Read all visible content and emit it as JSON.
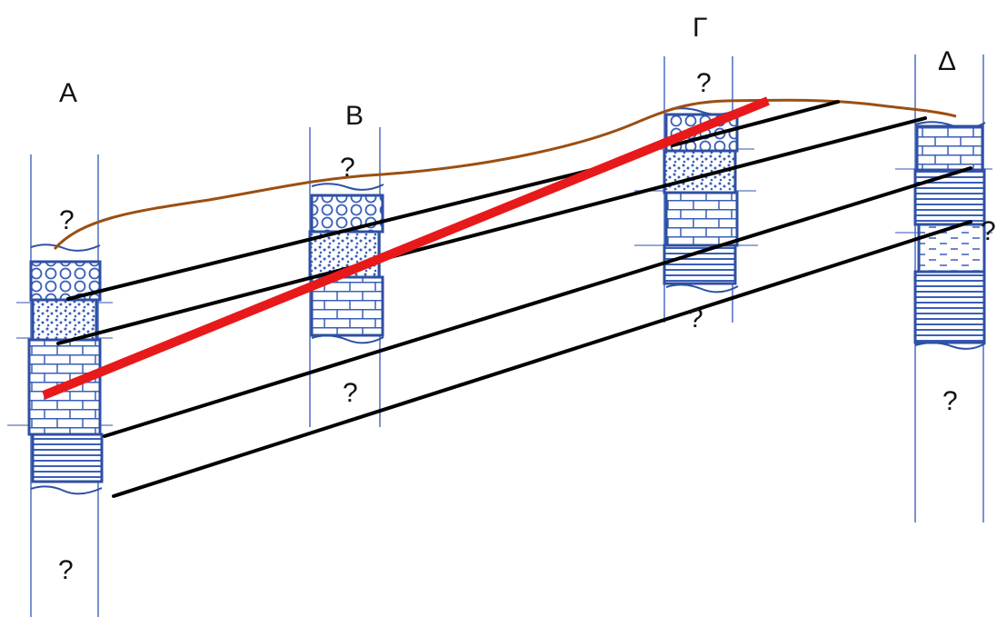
{
  "boreholes": [
    {
      "label": "A",
      "top_mark": "?",
      "bottom_mark": "?"
    },
    {
      "label": "B",
      "top_mark": "?",
      "bottom_mark": "?"
    },
    {
      "label": "Γ",
      "top_mark": "?",
      "bottom_mark": "?"
    },
    {
      "label": "Δ",
      "side_mark": "?",
      "bottom_mark": "?"
    }
  ],
  "colors": {
    "ground_surface": "#9b4f12",
    "correlation_line": "#000000",
    "fault_line": "#e8191a",
    "column_outline": "#2e4fa3",
    "column_fill": "#4a6fc4",
    "guide_line": "#5876c8"
  }
}
